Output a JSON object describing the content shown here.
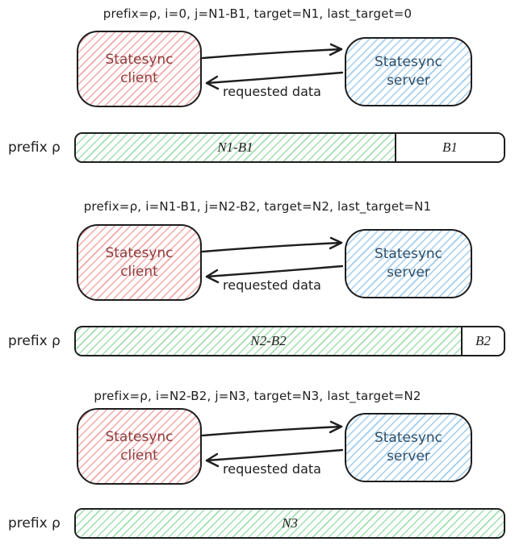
{
  "colors": {
    "stroke": "#1e1e1e",
    "client_hatch": "#f4a7a7",
    "client_text": "#8e3b3b",
    "server_hatch": "#9fcdf0",
    "server_text": "#2d4f6b",
    "bar_green_hatch": "#9fe0ae",
    "background": "#ffffff"
  },
  "panels": [
    {
      "caption": "prefix=ρ, i=0, j=N1-B1, target=N1, last_target=0",
      "client_label": "Statesync\nclient",
      "server_label": "Statesync\nserver",
      "arrow_label": "requested data",
      "bar": {
        "prefix_label": "prefix ρ",
        "green_label": "N1-B1",
        "white_label": "B1",
        "green_pct": "74.5%"
      }
    },
    {
      "caption": "prefix=ρ, i=N1-B1, j=N2-B2, target=N2, last_target=N1",
      "client_label": "Statesync\nclient",
      "server_label": "Statesync\nserver",
      "arrow_label": "requested data",
      "bar": {
        "prefix_label": "prefix ρ",
        "green_label": "N2-B2",
        "white_label": "B2",
        "green_pct": "90%"
      }
    },
    {
      "caption": "prefix=ρ, i=N2-B2, j=N3, target=N3, last_target=N2",
      "client_label": "Statesync\nclient",
      "server_label": "Statesync\nserver",
      "arrow_label": "requested data",
      "bar": {
        "prefix_label": "prefix ρ",
        "green_label": "N3",
        "white_label": "",
        "green_pct": "100%"
      }
    }
  ]
}
